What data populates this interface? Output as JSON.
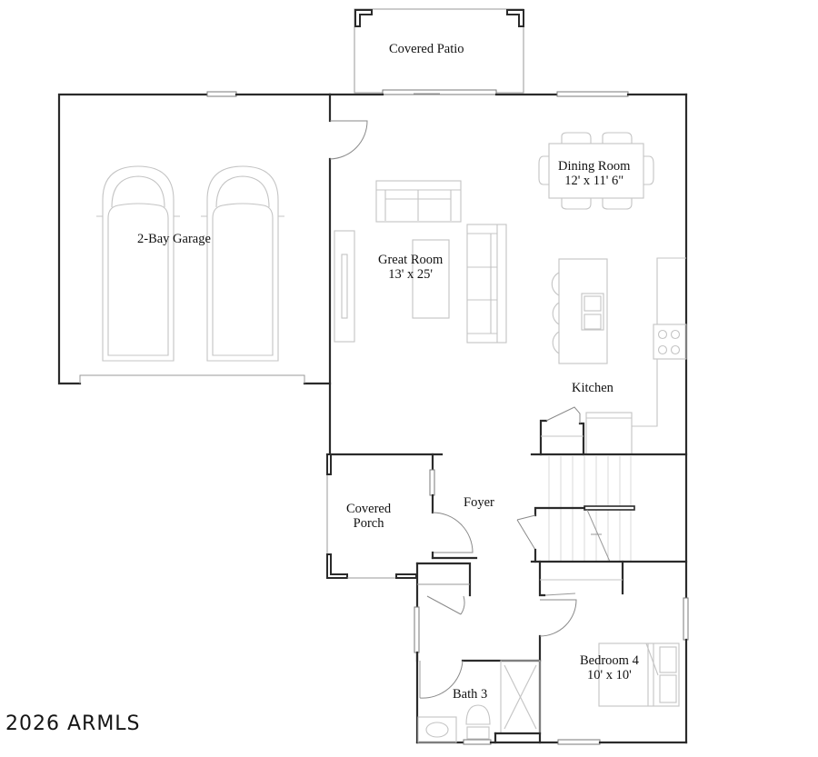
{
  "floor_plan": {
    "rooms": [
      {
        "id": "covered-patio",
        "name": "Covered Patio",
        "dimensions": ""
      },
      {
        "id": "dining-room",
        "name": "Dining Room",
        "dimensions": "12' x 11' 6\""
      },
      {
        "id": "great-room",
        "name": "Great Room",
        "dimensions": "13' x 25'"
      },
      {
        "id": "garage",
        "name": "2-Bay Garage",
        "dimensions": ""
      },
      {
        "id": "kitchen",
        "name": "Kitchen",
        "dimensions": ""
      },
      {
        "id": "covered-porch",
        "name": "Covered",
        "name_line2": "Porch",
        "dimensions": ""
      },
      {
        "id": "foyer",
        "name": "Foyer",
        "dimensions": ""
      },
      {
        "id": "bedroom-4",
        "name": "Bedroom 4",
        "dimensions": "10' x 10'"
      },
      {
        "id": "bath-3",
        "name": "Bath 3",
        "dimensions": ""
      }
    ],
    "colors": {
      "wall": "#2b2b2b",
      "fixture": "#c4c4c4",
      "background": "#ffffff"
    }
  },
  "watermark": {
    "text": "2026 ARMLS"
  }
}
